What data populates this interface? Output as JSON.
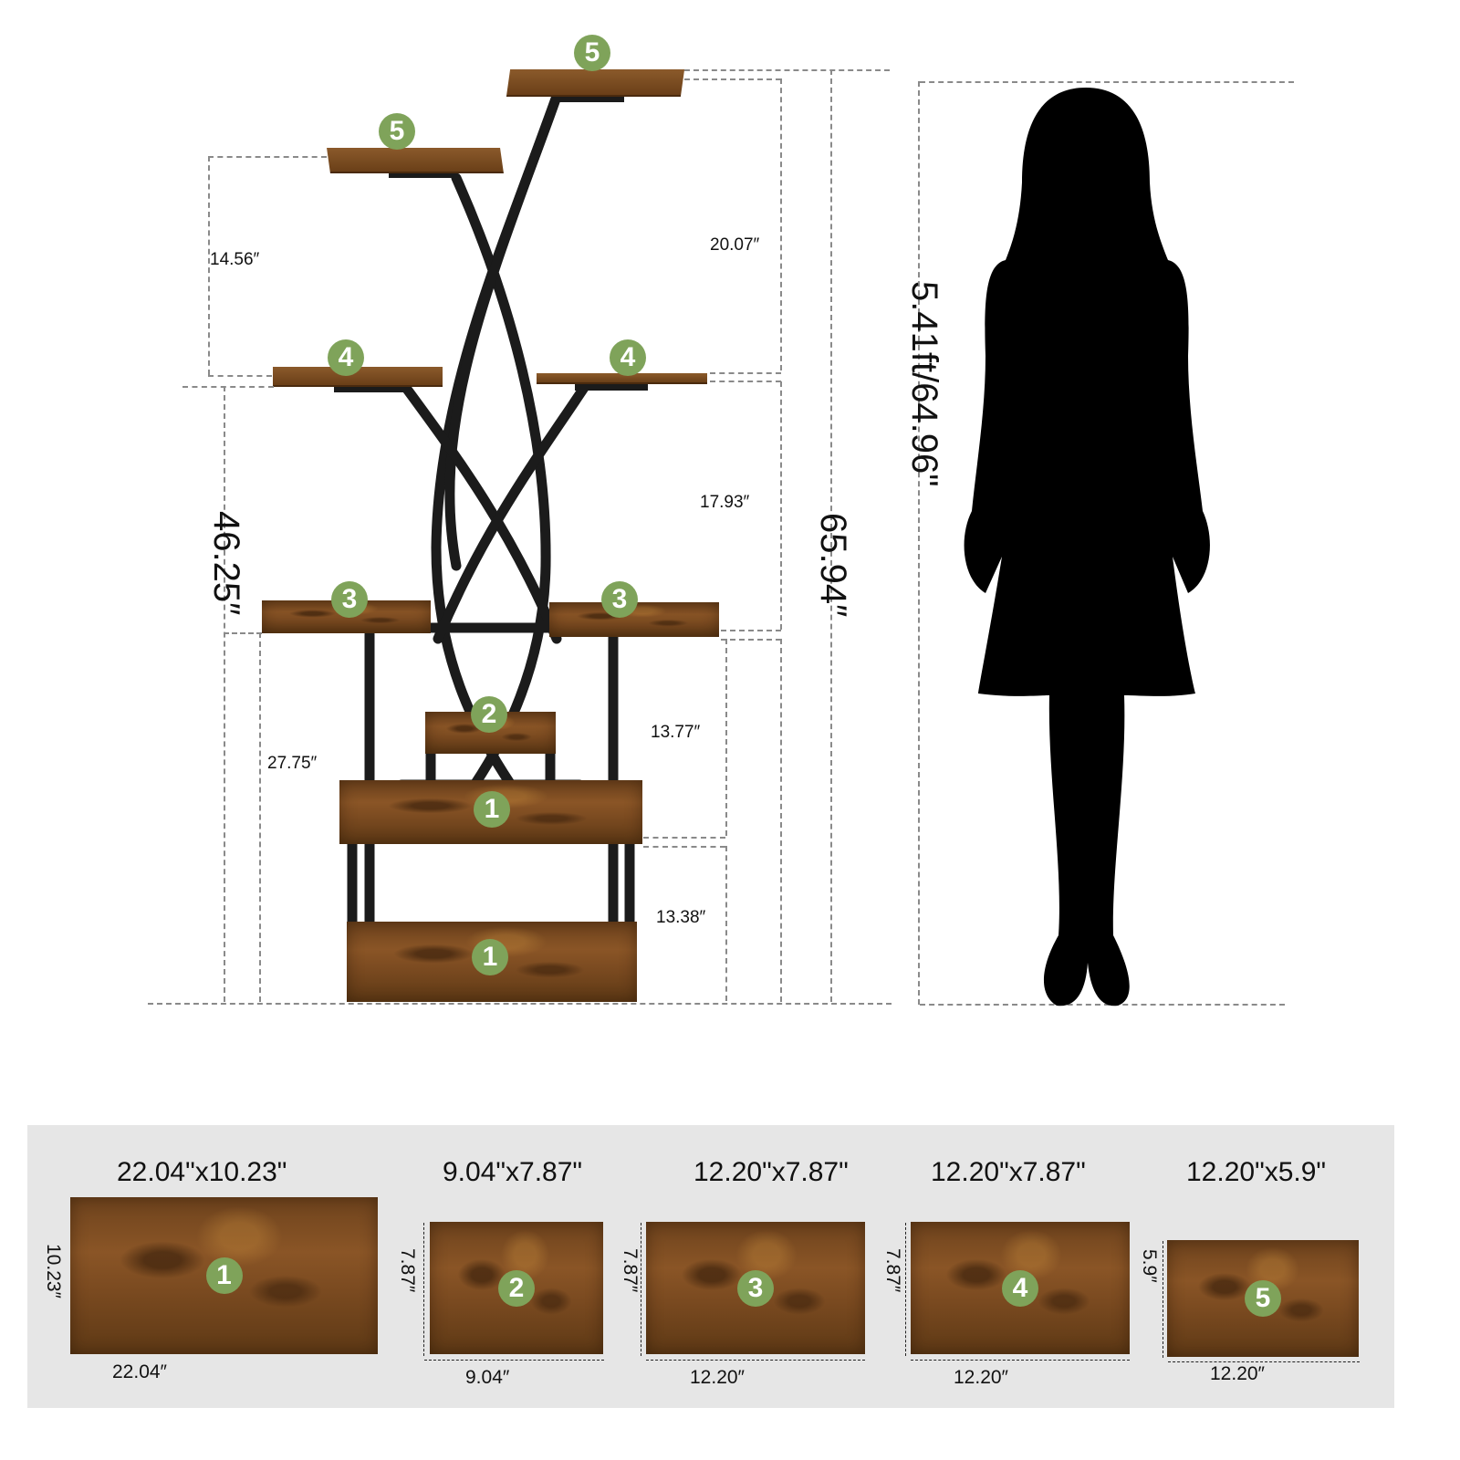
{
  "stand": {
    "shelves": [
      {
        "tier": "5",
        "position": "top-right"
      },
      {
        "tier": "5",
        "position": "top-left"
      },
      {
        "tier": "4",
        "position": "left"
      },
      {
        "tier": "4",
        "position": "right"
      },
      {
        "tier": "3",
        "position": "left"
      },
      {
        "tier": "3",
        "position": "right"
      },
      {
        "tier": "2",
        "position": "center"
      },
      {
        "tier": "1",
        "position": "middle"
      },
      {
        "tier": "1",
        "position": "bottom"
      }
    ],
    "dimensions": {
      "tier5_left_to_tier4": "14.56″",
      "tier5_right_to_tier4": "20.07″",
      "tier4_to_tier3": "17.93″",
      "tier3_to_tier1_middle": "13.77″",
      "tier1_middle_to_bottom": "13.38″",
      "tier3_to_floor": "27.75″",
      "tier4_to_floor": "46.25″",
      "total_height": "65.94″"
    }
  },
  "person": {
    "height_label": "5.41ft/64.96\""
  },
  "shelf_sizes": [
    {
      "tier": "1",
      "title": "22.04\"x10.23\"",
      "width": "22.04″",
      "depth": "10.23″"
    },
    {
      "tier": "2",
      "title": "9.04\"x7.87\"",
      "width": "9.04″",
      "depth": "7.87″"
    },
    {
      "tier": "3",
      "title": "12.20\"x7.87\"",
      "width": "12.20″",
      "depth": "7.87″"
    },
    {
      "tier": "4",
      "title": "12.20\"x7.87\"",
      "width": "12.20″",
      "depth": "7.87″"
    },
    {
      "tier": "5",
      "title": "12.20\"x5.9\"",
      "width": "12.20″",
      "depth": "5.9″"
    }
  ],
  "colors": {
    "badge": "#7fa35a",
    "panel": "#e6e6e6",
    "wood": "#7a4a20",
    "metal": "#1b1b1b"
  }
}
